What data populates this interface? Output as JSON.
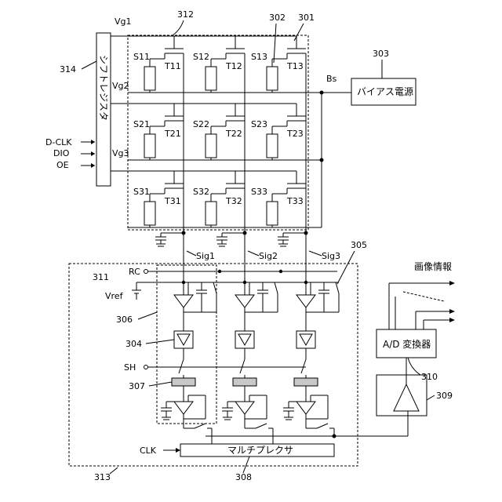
{
  "labels": {
    "ref_shift_register": "314",
    "shift_register": "シフトレジスタ",
    "vg1": "Vg1",
    "vg2": "Vg2",
    "vg3": "Vg3",
    "ref_array": "312",
    "ref_302": "302",
    "ref_301": "301",
    "ref_303": "303",
    "bs": "Bs",
    "bias_power": "バイアス電源",
    "d_clk": "D-CLK",
    "dio": "DIO",
    "oe": "OE",
    "cells": [
      {
        "s": "S11",
        "t": "T11"
      },
      {
        "s": "S12",
        "t": "T12"
      },
      {
        "s": "S13",
        "t": "T13"
      },
      {
        "s": "S21",
        "t": "T21"
      },
      {
        "s": "S22",
        "t": "T22"
      },
      {
        "s": "S23",
        "t": "T23"
      },
      {
        "s": "S31",
        "t": "T31"
      },
      {
        "s": "S32",
        "t": "T32"
      },
      {
        "s": "S33",
        "t": "T33"
      }
    ],
    "sig1": "Sig1",
    "sig2": "Sig2",
    "sig3": "Sig3",
    "ref_305": "305",
    "rc": "RC",
    "ref_311": "311",
    "vref": "Vref",
    "ref_306": "306",
    "ref_304": "304",
    "sh": "SH",
    "ref_307": "307",
    "clk": "CLK",
    "multiplexer": "マルチプレクサ",
    "ref_308": "308",
    "ref_313": "313",
    "image_info": "画像情報",
    "adc": "A/D 変換器",
    "ref_310": "310",
    "ref_309": "309"
  },
  "colors": {
    "line": "#000000",
    "sh_box": "#c8c8c8",
    "background": "#ffffff"
  }
}
